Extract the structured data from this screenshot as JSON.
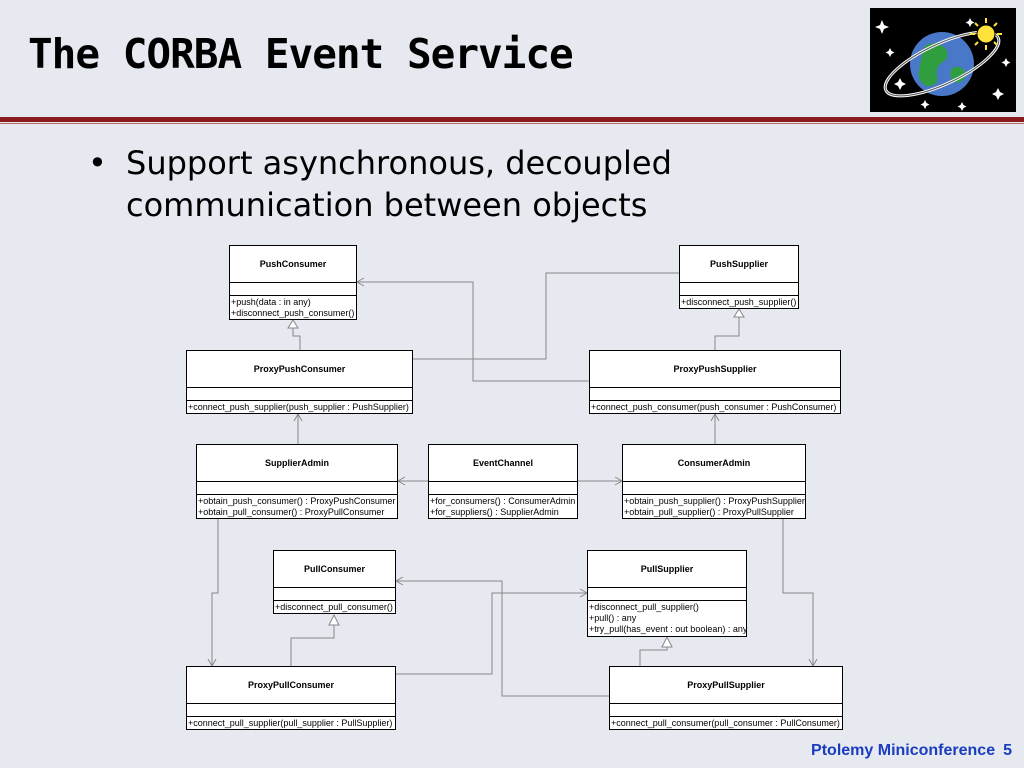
{
  "slide": {
    "title": "The CORBA Event Service",
    "bullet_marker": "•",
    "bullet_text": "Support asynchronous, decoupled communication between objects",
    "footer_text": "Ptolemy Miniconference",
    "page_number": "5"
  },
  "diagram": {
    "classes": [
      {
        "name": "PushConsumer",
        "ops": [
          "+push(data : in any)",
          "+disconnect_push_consumer()"
        ]
      },
      {
        "name": "PushSupplier",
        "ops": [
          "+disconnect_push_supplier()"
        ]
      },
      {
        "name": "ProxyPushConsumer",
        "ops": [
          "+connect_push_supplier(push_supplier : PushSupplier)"
        ]
      },
      {
        "name": "ProxyPushSupplier",
        "ops": [
          "+connect_push_consumer(push_consumer : PushConsumer)"
        ]
      },
      {
        "name": "SupplierAdmin",
        "ops": [
          "+obtain_push_consumer() : ProxyPushConsumer",
          "+obtain_pull_consumer() : ProxyPullConsumer"
        ]
      },
      {
        "name": "EventChannel",
        "ops": [
          "+for_consumers() : ConsumerAdmin",
          "+for_suppliers() : SupplierAdmin"
        ]
      },
      {
        "name": "ConsumerAdmin",
        "ops": [
          "+obtain_push_supplier() : ProxyPushSupplier",
          "+obtain_pull_supplier() : ProxyPullSupplier"
        ]
      },
      {
        "name": "PullConsumer",
        "ops": [
          "+disconnect_pull_consumer()"
        ]
      },
      {
        "name": "PullSupplier",
        "ops": [
          "+disconnect_pull_supplier()",
          "+pull() : any",
          "+try_pull(has_event : out boolean) : any"
        ]
      },
      {
        "name": "ProxyPullConsumer",
        "ops": [
          "+connect_pull_supplier(pull_supplier : PullSupplier)"
        ]
      },
      {
        "name": "ProxyPullSupplier",
        "ops": [
          "+connect_pull_consumer(pull_consumer : PullConsumer)"
        ]
      }
    ]
  },
  "colors": {
    "background": "#e6e9f0",
    "title_rule": "#8b1a1a",
    "footer_text": "#1a3dbf",
    "connector": "#888888"
  },
  "icons": {
    "logo": "globe-with-ring-and-sun-logo"
  }
}
